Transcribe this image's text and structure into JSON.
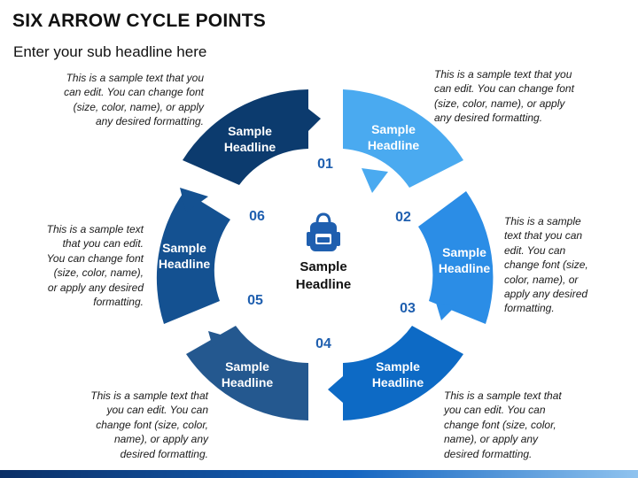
{
  "title": "SIX ARROW CYCLE POINTS",
  "subtitle": "Enter your sub headline here",
  "center": {
    "headline_line1": "Sample",
    "headline_line2": "Headline",
    "icon": "backpack-icon"
  },
  "segments": [
    {
      "number": "01",
      "line1": "Sample",
      "line2": "Headline",
      "color": "#0c3b6e"
    },
    {
      "number": "02",
      "line1": "Sample",
      "line2": "Headline",
      "color": "#4aaaf0"
    },
    {
      "number": "03",
      "line1": "Sample",
      "line2": "Headline",
      "color": "#2b8de6"
    },
    {
      "number": "04",
      "line1": "Sample",
      "line2": "Headline",
      "color": "#0d6ac5"
    },
    {
      "number": "05",
      "line1": "Sample",
      "line2": "Headline",
      "color": "#24588f"
    },
    {
      "number": "06",
      "line1": "Sample",
      "line2": "Headline",
      "color": "#145191"
    }
  ],
  "descriptions": {
    "top_left": [
      "This is a sample text that you",
      "can edit. You can change font",
      "(size, color, name), or apply",
      "any desired formatting."
    ],
    "top_right": [
      "This is a sample text that you",
      "can edit. You can change font",
      "(size, color, name), or apply",
      "any desired formatting."
    ],
    "middle_left": [
      "This is a sample text",
      "that you can edit.",
      "You can change font",
      "(size, color, name),",
      "or apply any desired",
      "formatting."
    ],
    "middle_right": [
      "This is a sample",
      "text that you can",
      "edit. You can",
      "change font (size,",
      "color, name), or",
      "apply any desired",
      "formatting."
    ],
    "bottom_left": [
      "This is a sample text that",
      "you can edit. You can",
      "change font (size, color,",
      "name), or apply any",
      "desired formatting."
    ],
    "bottom_right": [
      "This is a sample text that",
      "you can edit. You can",
      "change font (size, color,",
      "name), or apply any",
      "desired formatting."
    ]
  },
  "colors": {
    "number_color": "#1f5faf",
    "bottom_bar_start": "#0b2f66",
    "bottom_bar_end": "#8fc3ef"
  }
}
